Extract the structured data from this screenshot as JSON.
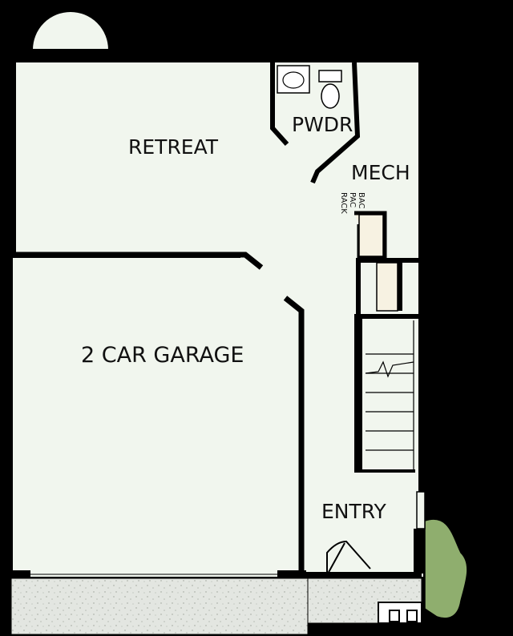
{
  "plan": {
    "rooms": {
      "retreat": "RETREAT",
      "pwdr": "PWDR",
      "mech": "MECH",
      "garage": "2 CAR GARAGE",
      "entry": "ENTRY"
    },
    "back_pack_rack": {
      "line1": "BAC",
      "line2": "PAC",
      "line3": "RACK"
    }
  },
  "colors": {
    "background": "#000000",
    "floor": "#f1f6ee",
    "wall": "#000000",
    "cabinet": "#f7f2e2",
    "hatch": "#e3e6e1",
    "landscape": "#8fae6e"
  }
}
